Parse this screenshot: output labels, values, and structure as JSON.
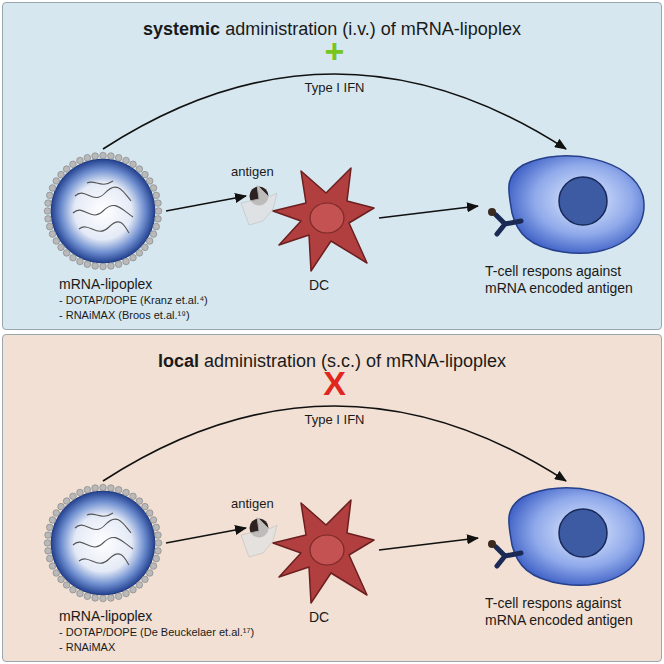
{
  "diagram": {
    "nodes": [
      {
        "text": [
          "systemic",
          "administration (i.v.) of mRNA-lipoplex"
        ]
      },
      {
        "text": [
          "mRNA-lipoplex",
          "- DOTAP/DOPE (Kranz et.al.⁴)",
          "- RNAiMAX (Broos et.al.¹⁹)"
        ],
        "in": 0
      },
      {
        "text": [
          "antigen"
        ],
        "in": 0
      },
      {
        "text": [
          "DC"
        ],
        "in": 0
      },
      {
        "text": [
          "T-cell respons against mRNA encoded antigen"
        ],
        "in": 0
      },
      {
        "text": [
          "local",
          "administration (s.c.) of mRNA-lipoplex"
        ]
      },
      {
        "text": [
          "mRNA-lipoplex",
          "- DOTAP/DOPE (De Beuckelaer et.al.¹⁷)",
          "- RNAiMAX"
        ],
        "in": 5
      },
      {
        "text": [
          "antigen"
        ],
        "in": 5
      },
      {
        "text": [
          "DC"
        ],
        "in": 5
      },
      {
        "text": [
          "T-cell respons against mRNA encoded antigen"
        ],
        "in": 5
      }
    ],
    "edges": [
      {
        "from": 1,
        "to": 2,
        "arrow": "to"
      },
      {
        "from": 3,
        "to": 4,
        "arrow": "to"
      },
      {
        "from": 1,
        "to": 4,
        "label": "Type I IFN",
        "arrow": "to"
      },
      {
        "from": 6,
        "to": 7,
        "arrow": "to"
      },
      {
        "from": 8,
        "to": 9,
        "arrow": "to"
      },
      {
        "from": 6,
        "to": 9,
        "label": "Type I IFN",
        "arrow": "to"
      }
    ],
    "labels": [
      "+",
      "X"
    ]
  }
}
